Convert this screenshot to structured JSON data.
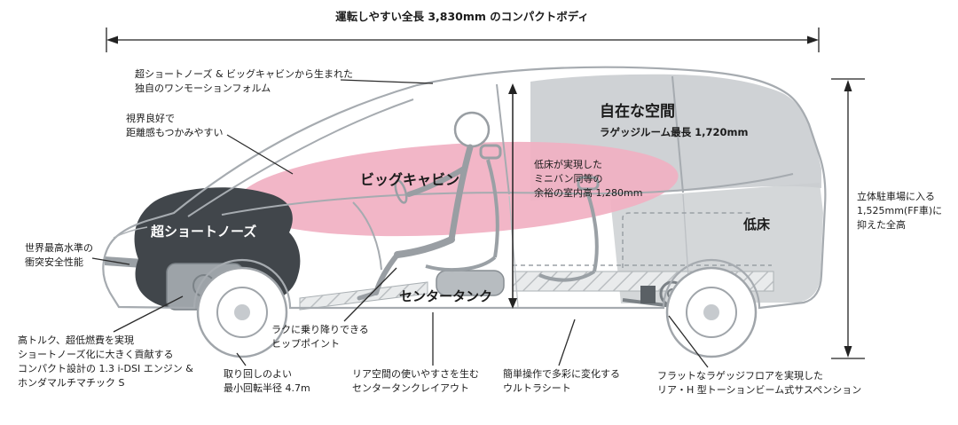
{
  "diagram": {
    "title_note": "運転しやすい全長 3,830mm のコンパクトボディ",
    "labels": {
      "one_motion": "超ショートノーズ & ビッグキャビンから生まれた\n独自のワンモーションフォルム",
      "visibility": "視界良好で\n距離感もつかみやすい",
      "safety": "世界最高水準の\n衝突安全性能",
      "engine": "高トルク、超低燃費を実現\nショートノーズ化に大きく貢献する\nコンパクト設計の 1.3 i-DSI エンジン &\nホンダマルチマチック S",
      "turning": "取り回しのよい\n最小回転半径 4.7m",
      "hip_point": "ラクに乗り降りできる\nヒップポイント",
      "tank_layout": "リア空間の使いやすさを生む\nセンタータンクレイアウト",
      "ultra_seat": "簡単操作で多彩に変化する\nウルトラシート",
      "suspension": "フラットなラゲッジフロアを実現した\nリア・H 型トーションビーム式サスペンション",
      "interior_height": "低床が実現した\nミニバン同等の\n余裕の室内高 1,280mm",
      "overall_height": "立体駐車場に入る\n1,525mm(FF車)に\n抑えた全高"
    },
    "features": {
      "big_cabin": "ビッグキャビン",
      "short_nose": "超ショートノーズ",
      "center_tank": "センタータンク",
      "free_space": "自在な空間",
      "free_space_sub": "ラゲッジルーム最長 1,720mm",
      "low_floor": "低床"
    },
    "colors": {
      "cabin_highlight": "#f1b0c2",
      "engine_block": "#41464b",
      "body_line": "#a6abb0",
      "shaded_area": "#c6cace",
      "text": "#1b1b1b"
    }
  }
}
